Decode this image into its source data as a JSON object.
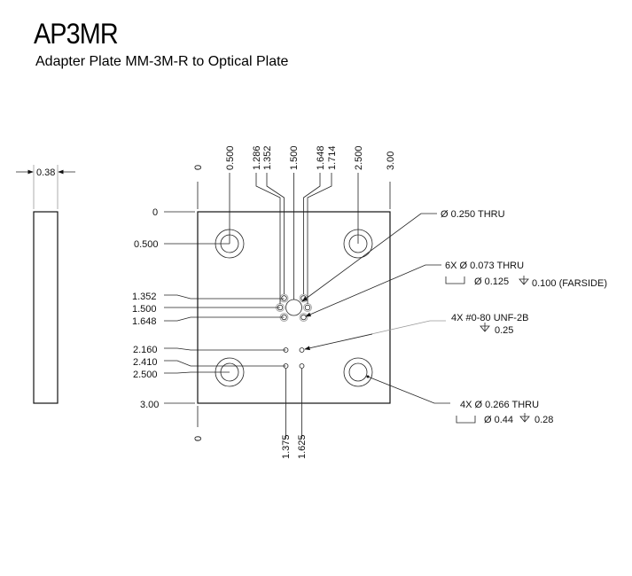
{
  "title": "AP3MR",
  "subtitle": "Adapter Plate MM-3M-R to Optical Plate",
  "side_view": {
    "thickness": "0.38"
  },
  "top_dims": [
    "0",
    "0.500",
    "1.286",
    "1.352",
    "1.500",
    "1.648",
    "1.714",
    "2.500",
    "3.00"
  ],
  "left_dims": [
    "0",
    "0.500",
    "1.352",
    "1.500",
    "1.648",
    "2.160",
    "2.410",
    "2.500",
    "3.00"
  ],
  "bottom_dims": [
    "0",
    "1.375",
    "1.625"
  ],
  "callouts": {
    "center_hole": {
      "line1": "Ø  0.250  THRU"
    },
    "small_holes": {
      "line1": "6X  Ø  0.073 THRU",
      "line2": "Ø  0.125",
      "depth": "0.100 (FARSIDE)"
    },
    "tapped_holes": {
      "line1": "4X #0-80 UNF-2B",
      "depth": "0.25"
    },
    "mount_holes": {
      "line1": "4X Ø 0.266 THRU",
      "line2": "Ø  0.44",
      "depth": "0.28"
    }
  }
}
